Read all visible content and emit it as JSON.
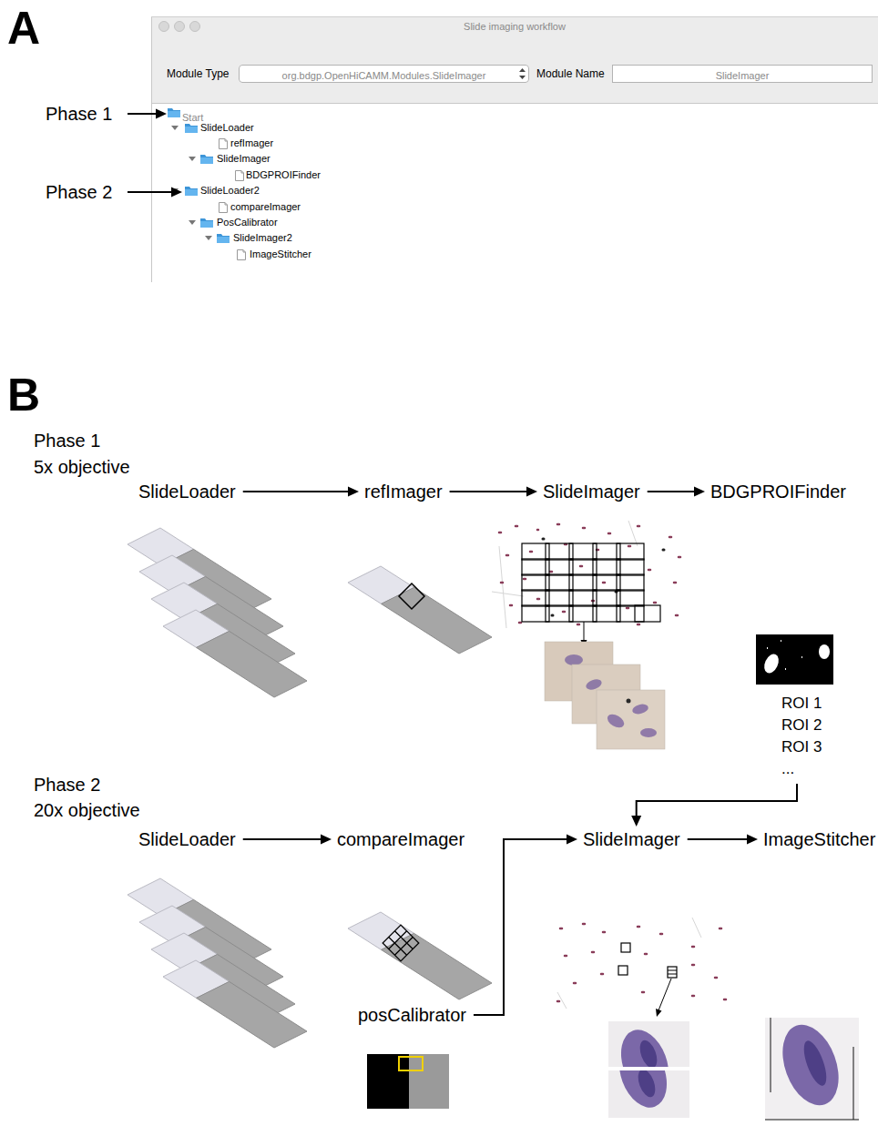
{
  "diagram": {
    "nodes": [
      {
        "text": [
          "Slide imaging workflow"
        ]
      },
      {
        "text": [
          "org.bdgp.OpenHiCAMM.Modules.SlideImager"
        ],
        "in": 0
      },
      {
        "text": [
          "SlideImager"
        ],
        "in": 0
      },
      {
        "text": [
          "Start"
        ],
        "in": 0
      },
      {
        "text": [
          "SlideLoader"
        ]
      },
      {
        "text": [
          "refImager"
        ]
      },
      {
        "text": [
          "SlideImager"
        ]
      },
      {
        "text": [
          "BDGPROIFinder"
        ]
      },
      {
        "text": [
          "ROI 1",
          "ROI 2",
          "ROI 3",
          "..."
        ]
      },
      {
        "text": [
          "SlideLoader"
        ]
      },
      {
        "text": [
          "compareImager"
        ]
      },
      {
        "text": [
          "SlideImager"
        ]
      },
      {
        "text": [
          "ImageStitcher"
        ]
      },
      {
        "text": [
          "posCalibrator"
        ]
      }
    ],
    "edges": [
      {
        "from": 4,
        "to": 5,
        "arrow": "to"
      },
      {
        "from": 5,
        "to": 6,
        "arrow": "to"
      },
      {
        "from": 6,
        "to": 7,
        "arrow": "to"
      },
      {
        "from": 8,
        "to": 11,
        "arrow": "to"
      },
      {
        "from": 9,
        "to": 10,
        "arrow": "to"
      },
      {
        "from": 13,
        "to": 11,
        "arrow": "to"
      },
      {
        "from": 11,
        "to": 12,
        "arrow": "to"
      }
    ],
    "labels": [
      "A",
      "Module Type",
      "Module Name",
      "Phase 1",
      "Phase 2",
      "SlideLoader",
      "refImager",
      "SlideImager",
      "BDGPROIFinder",
      "SlideLoader2",
      "compareImager",
      "PosCalibrator",
      "SlideImager2",
      "ImageStitcher",
      "B",
      "Phase 1",
      "5x objective",
      "Phase 2",
      "20x objective"
    ]
  }
}
